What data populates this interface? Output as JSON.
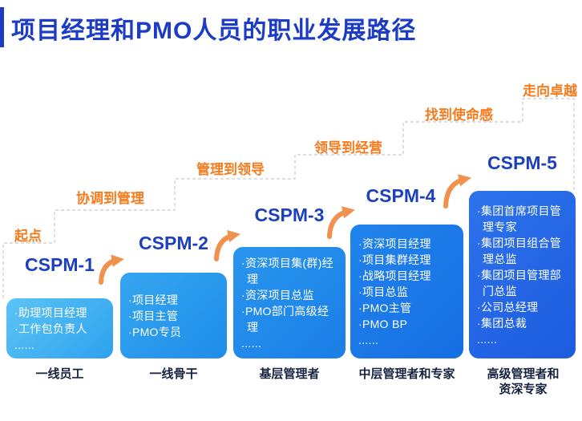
{
  "title": "项目经理和PMO人员的职业发展路径",
  "colors": {
    "title_blue": "#1c3cc6",
    "level_blue": "#1d40bb",
    "step_label_orange": "#f57b1d",
    "arrow_orange": "#f0924e",
    "stair_gray": "#c9cbce",
    "box1_blue": "#3fb0f0",
    "box5_blue": "#2266e8",
    "footer_navy": "#16233e"
  },
  "step_labels": [
    "起点",
    "协调到管理",
    "管理到领导",
    "领导到经营",
    "找到使命感",
    "走向卓越"
  ],
  "stages": [
    {
      "level": "CSPM-1",
      "roles": [
        "·助理项目经理",
        "·工作包负责人",
        "......"
      ],
      "footer": "一线员工"
    },
    {
      "level": "CSPM-2",
      "roles": [
        "·项目经理",
        "·项目主管",
        "·PMO专员"
      ],
      "footer": "一线骨干"
    },
    {
      "level": "CSPM-3",
      "roles": [
        "·资深项目集(群)经理",
        "·资深项目总监",
        "·PMO部门高级经理",
        "......"
      ],
      "footer": "基层管理者"
    },
    {
      "level": "CSPM-4",
      "roles": [
        "·资深项目经理",
        "·项目集群经理",
        "·战略项目经理",
        "·项目总监",
        "·PMO主管",
        "·PMO BP",
        "......"
      ],
      "footer": "中层管理者和专家"
    },
    {
      "level": "CSPM-5",
      "roles": [
        "·集团首席项目管理专家",
        "·集团项目组合管理总监",
        "·集团项目管理部门总监",
        "·公司总经理",
        "·集团总裁",
        "......"
      ],
      "footer": "高级管理者和资深专家"
    }
  ]
}
